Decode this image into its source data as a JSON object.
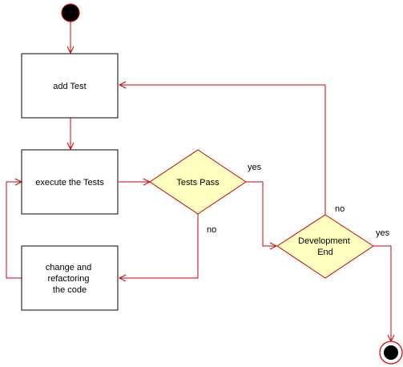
{
  "nodes": {
    "add_test": "add Test",
    "execute_tests": "execute the Tests",
    "tests_pass": "Tests Pass",
    "change_code": [
      "change and",
      "refactoring",
      "the code"
    ],
    "development_end": [
      "Development",
      "End"
    ]
  },
  "edge_labels": {
    "tests_pass_yes": "yes",
    "tests_pass_no": "no",
    "dev_end_no": "no",
    "dev_end_yes": "yes"
  },
  "colors": {
    "stroke": "#cc0000",
    "decision_fill": "#ffffc0",
    "box_stroke": "#000000",
    "node_fill": "#000000"
  }
}
